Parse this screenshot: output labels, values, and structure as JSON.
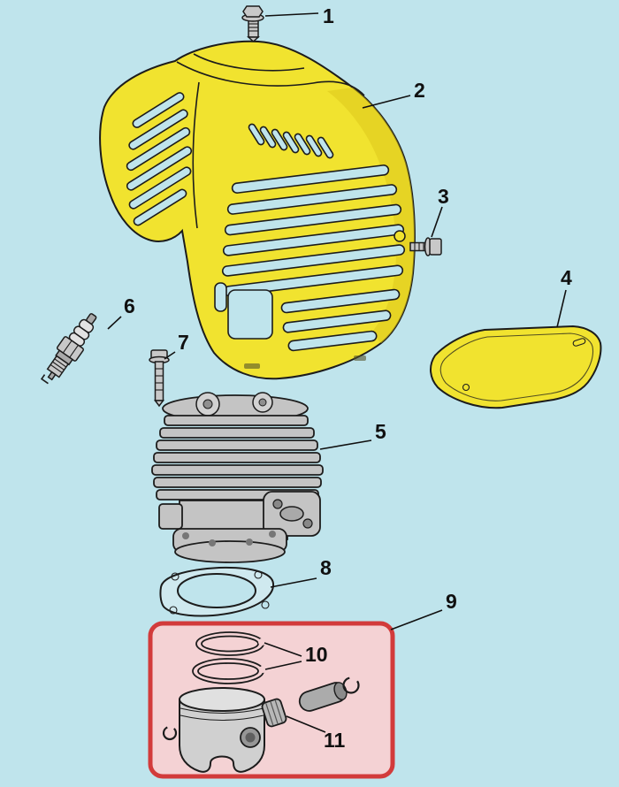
{
  "diagram": {
    "type": "exploded-parts-diagram",
    "subject": "Engine exploded view: cover, cylinder, gasket and piston assembly",
    "callouts": [
      {
        "label": "1",
        "part": "collar-screw-top"
      },
      {
        "label": "2",
        "part": "engine-cover"
      },
      {
        "label": "3",
        "part": "side-screw"
      },
      {
        "label": "4",
        "part": "cover-plate"
      },
      {
        "label": "5",
        "part": "cylinder"
      },
      {
        "label": "6",
        "part": "spark-plug"
      },
      {
        "label": "7",
        "part": "cylinder-screw"
      },
      {
        "label": "8",
        "part": "cylinder-gasket"
      },
      {
        "label": "9",
        "part": "piston-assembly-kit"
      },
      {
        "label": "10",
        "part": "piston-ring-set"
      },
      {
        "label": "11",
        "part": "needle-bearing"
      }
    ],
    "colors": {
      "background": "#bfe4ec",
      "part_yellow": "#f1e32f",
      "part_yellow_shade": "#dcc91c",
      "part_gray": "#c4c4c4",
      "metal": "#c8c8c8",
      "metal_dark": "#a9a9a9",
      "outline": "#1c1c1c",
      "highlight_box_stroke": "#d23b3b",
      "highlight_box_fill": "#f4d2d4",
      "callout": "#101010"
    }
  }
}
